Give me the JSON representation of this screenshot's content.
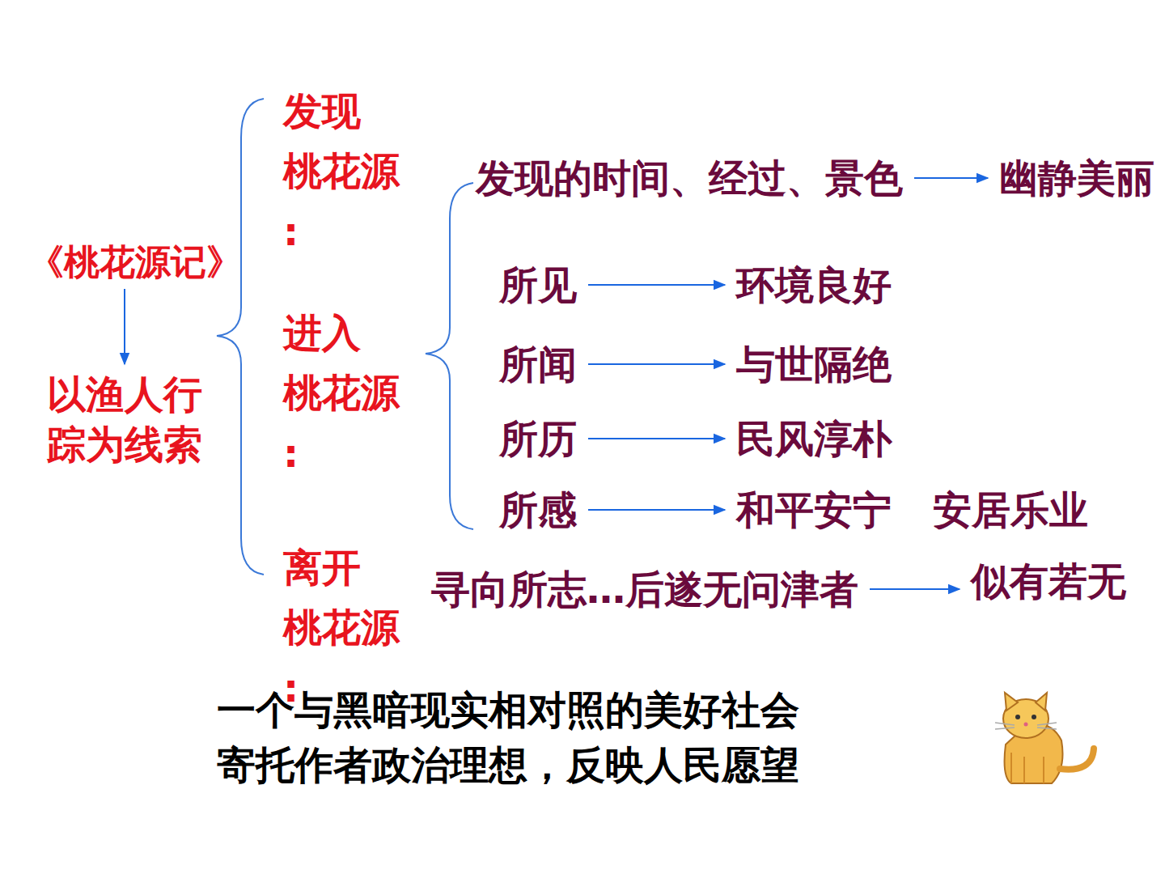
{
  "diagram": {
    "nodes": [
      {
        "text": [
          "《桃花源记》"
        ]
      },
      {
        "text": [
          "以渔人行踪为线索"
        ]
      },
      {
        "text": [
          "发现 桃花源 :"
        ]
      },
      {
        "text": [
          "进入 桃花源 :"
        ]
      },
      {
        "text": [
          "离开 桃花源 :"
        ]
      },
      {
        "text": [
          "发现的时间、经过、景色"
        ]
      },
      {
        "text": [
          "幽静美丽"
        ]
      },
      {
        "text": [
          "所见"
        ]
      },
      {
        "text": [
          "环境良好"
        ]
      },
      {
        "text": [
          "所闻"
        ]
      },
      {
        "text": [
          "与世隔绝"
        ]
      },
      {
        "text": [
          "所历"
        ]
      },
      {
        "text": [
          "民风淳朴"
        ]
      },
      {
        "text": [
          "所感"
        ]
      },
      {
        "text": [
          "和平安宁 安居乐业"
        ]
      },
      {
        "text": [
          "寻向所志…后遂无问津者"
        ]
      },
      {
        "text": [
          "似有若无"
        ]
      }
    ],
    "edges": [
      {
        "from": 0,
        "to": 1,
        "arrow": "to"
      },
      {
        "from": 5,
        "to": 6,
        "arrow": "to"
      },
      {
        "from": 7,
        "to": 8,
        "arrow": "to"
      },
      {
        "from": 9,
        "to": 10,
        "arrow": "to"
      },
      {
        "from": 11,
        "to": 12,
        "arrow": "to"
      },
      {
        "from": 13,
        "to": 14,
        "arrow": "to"
      },
      {
        "from": 15,
        "to": 16,
        "arrow": "to"
      }
    ],
    "labels": [
      "一个与黑暗现实相对照的美好社会",
      "寄托作者政治理想，反映人民愿望"
    ]
  }
}
